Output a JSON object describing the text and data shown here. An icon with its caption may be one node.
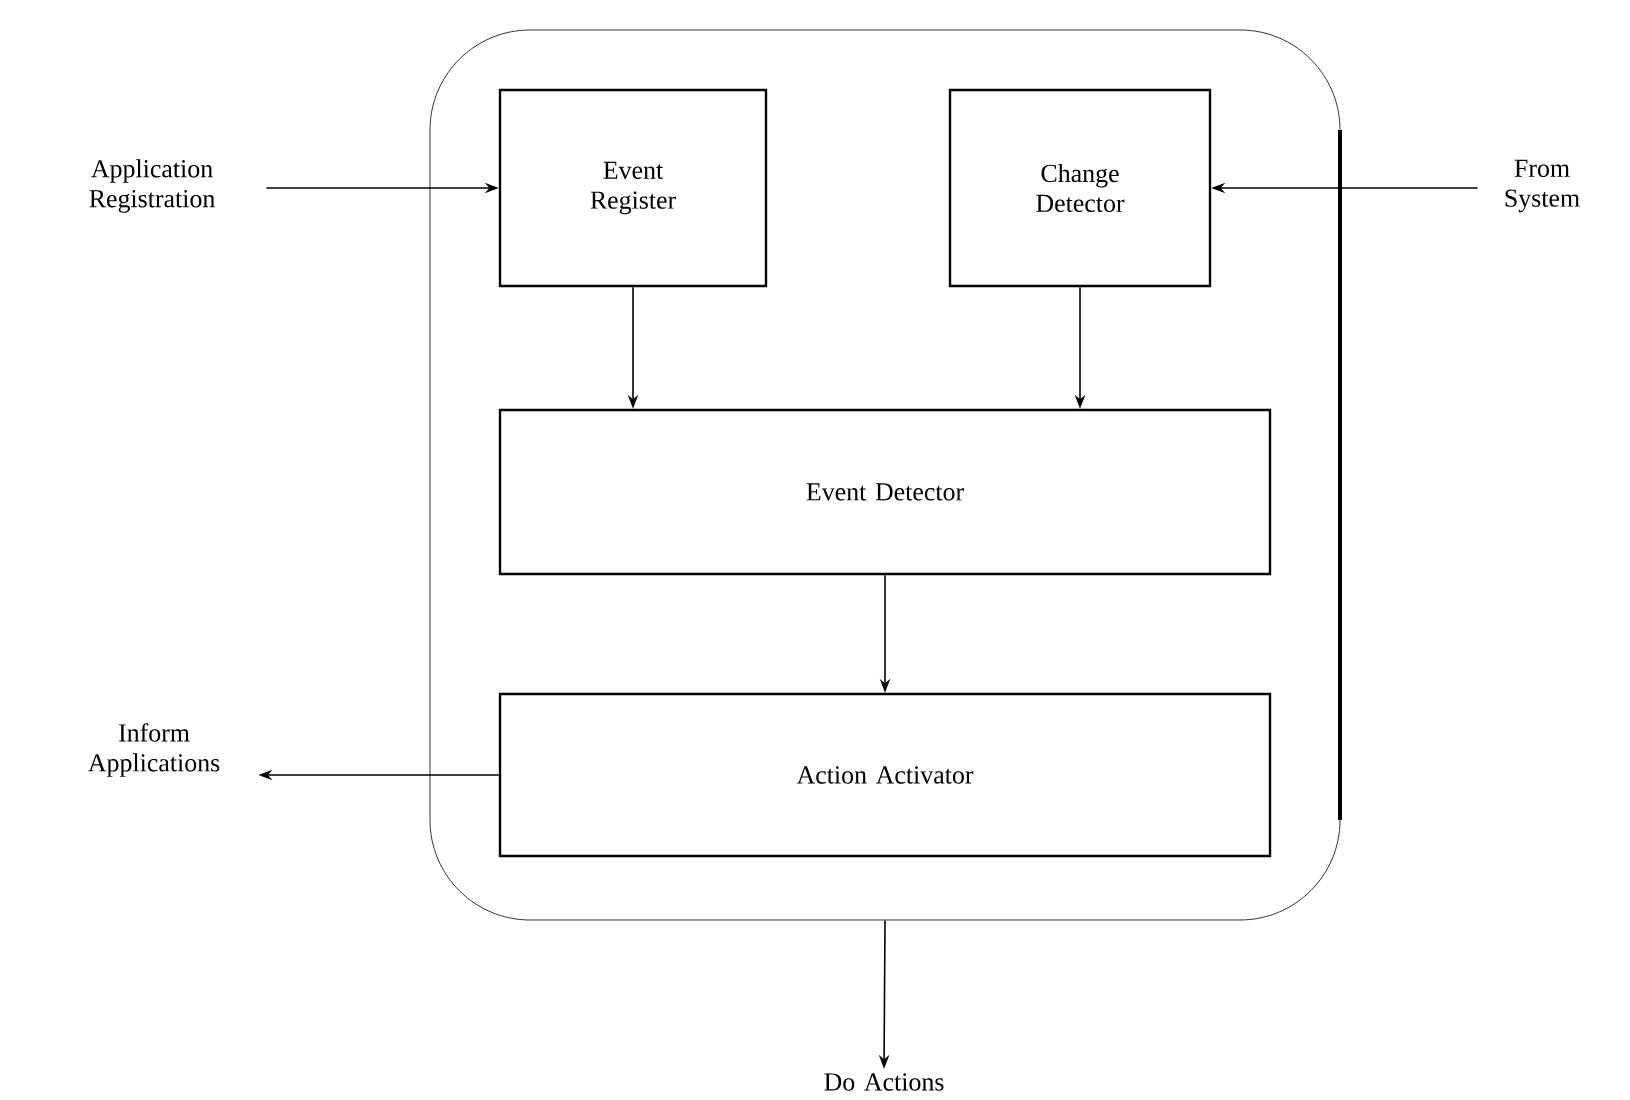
{
  "diagram": {
    "nodes": [
      {
        "text": [],
        "shape": "box"
      },
      {
        "text": [
          "Event Register"
        ],
        "in": 0
      },
      {
        "text": [
          "Change Detector"
        ],
        "in": 0
      },
      {
        "text": [
          "Event Detector"
        ],
        "in": 0
      },
      {
        "text": [
          "Action Activator"
        ],
        "in": 0
      },
      {
        "text": [
          "Application Registration"
        ]
      },
      {
        "text": [
          "From System"
        ]
      },
      {
        "text": [
          "Inform Applications"
        ]
      },
      {
        "text": [
          "Do Actions"
        ]
      }
    ],
    "edges": [
      {
        "from": 5,
        "to": 1,
        "arrow": "to"
      },
      {
        "from": 6,
        "to": 2,
        "arrow": "to"
      },
      {
        "from": 1,
        "to": 3,
        "arrow": "to"
      },
      {
        "from": 2,
        "to": 3,
        "arrow": "to"
      },
      {
        "from": 3,
        "to": 4,
        "arrow": "to"
      },
      {
        "from": 4,
        "to": 7,
        "arrow": "to"
      },
      {
        "from": 0,
        "to": 8,
        "arrow": "to"
      }
    ]
  }
}
